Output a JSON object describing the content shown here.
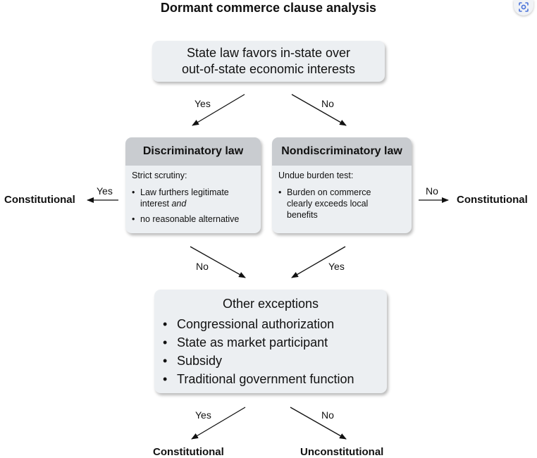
{
  "title": "Dormant commerce clause analysis",
  "top_box": {
    "line1": "State law favors in-state over",
    "line2": "out-of-state economic interests"
  },
  "branch_labels": {
    "top_yes": "Yes",
    "top_no": "No",
    "left_yes": "Yes",
    "right_no": "No",
    "middle_no": "No",
    "middle_yes": "Yes",
    "bottom_yes": "Yes",
    "bottom_no": "No"
  },
  "discriminatory": {
    "header": "Discriminatory law",
    "intro": "Strict scrutiny:",
    "bullet1_text": "Law furthers legitimate interest ",
    "bullet1_italic": "and",
    "bullet2": "no reasonable alternative"
  },
  "nondiscriminatory": {
    "header": "Nondiscriminatory law",
    "intro": "Undue burden test:",
    "bullet1": "Burden on commerce clearly exceeds local benefits"
  },
  "exceptions": {
    "title": "Other exceptions",
    "items": [
      "Congressional authorization",
      "State as market participant",
      "Subsidy",
      "Traditional government function"
    ]
  },
  "outcomes": {
    "left": "Constitutional",
    "right": "Constitutional",
    "bottom_left": "Constitutional",
    "bottom_right": "Unconstitutional"
  },
  "bullet_char": "•"
}
